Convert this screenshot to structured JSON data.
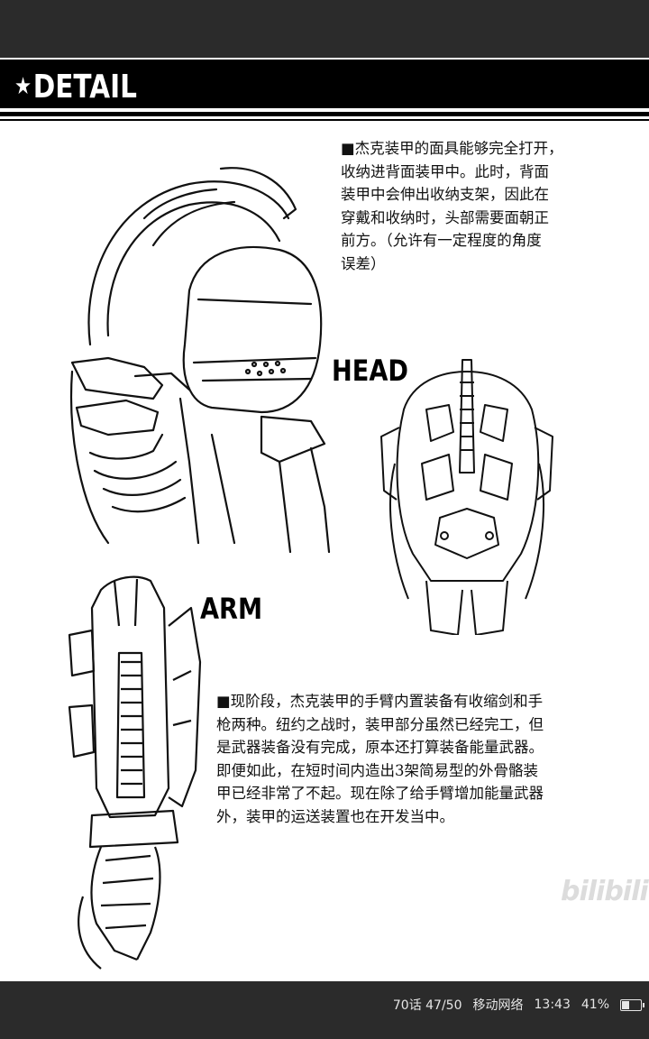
{
  "banner": {
    "star": "★",
    "title": "DETAIL"
  },
  "head_section": {
    "label": "HEAD",
    "lines": [
      "■杰克装甲的面具能够完全打开，",
      "收纳进背面装甲中。此时，背面",
      "装甲中会伸出收纳支架，因此在",
      "穿戴和收纳时，头部需要面朝正",
      "前方。（允许有一定程度的角度",
      "误差）"
    ]
  },
  "arm_section": {
    "label": "ARM",
    "lines": [
      "■现阶段，杰克装甲的手臂内置装备有收缩剑和手",
      "枪两种。纽约之战时，装甲部分虽然已经完工，但",
      "是武器装备没有完成，原本还打算装备能量武器。",
      "即便如此，在短时间内造出3架简易型的外骨骼装",
      "甲已经非常了不起。现在除了给手臂增加能量武器",
      "外，装甲的运送装置也在开发当中。"
    ]
  },
  "watermark": "bilibili",
  "status_bar": {
    "chapter_progress": "70话 47/50",
    "network": "移动网络",
    "time": "13:43",
    "battery": "41%"
  },
  "icons": [
    "star-icon",
    "battery-icon"
  ]
}
